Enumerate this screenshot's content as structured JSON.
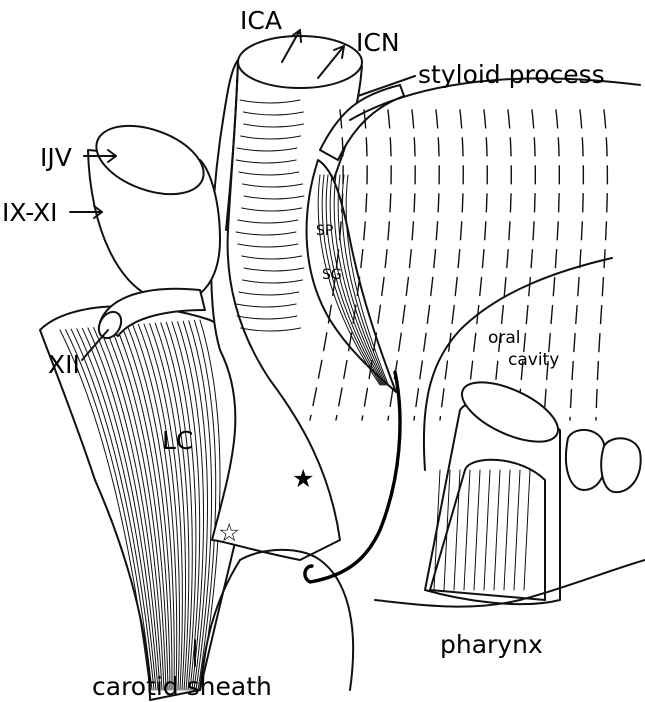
{
  "labels": {
    "ica": "ICA",
    "icn": "ICN",
    "styloid": "styloid process",
    "ijv": "IJV",
    "ix_xi": "IX-XI",
    "sp": "SP",
    "sg": "SG",
    "xii": "XII",
    "oral": "oral",
    "cavity": "cavity",
    "lc": "LC",
    "pharynx": "pharynx",
    "carotid_sheath": "carotid sheath"
  },
  "markers": {
    "filled_star": "★",
    "open_star": "☆"
  },
  "colors": {
    "ink": "#111111",
    "background": "#ffffff"
  }
}
